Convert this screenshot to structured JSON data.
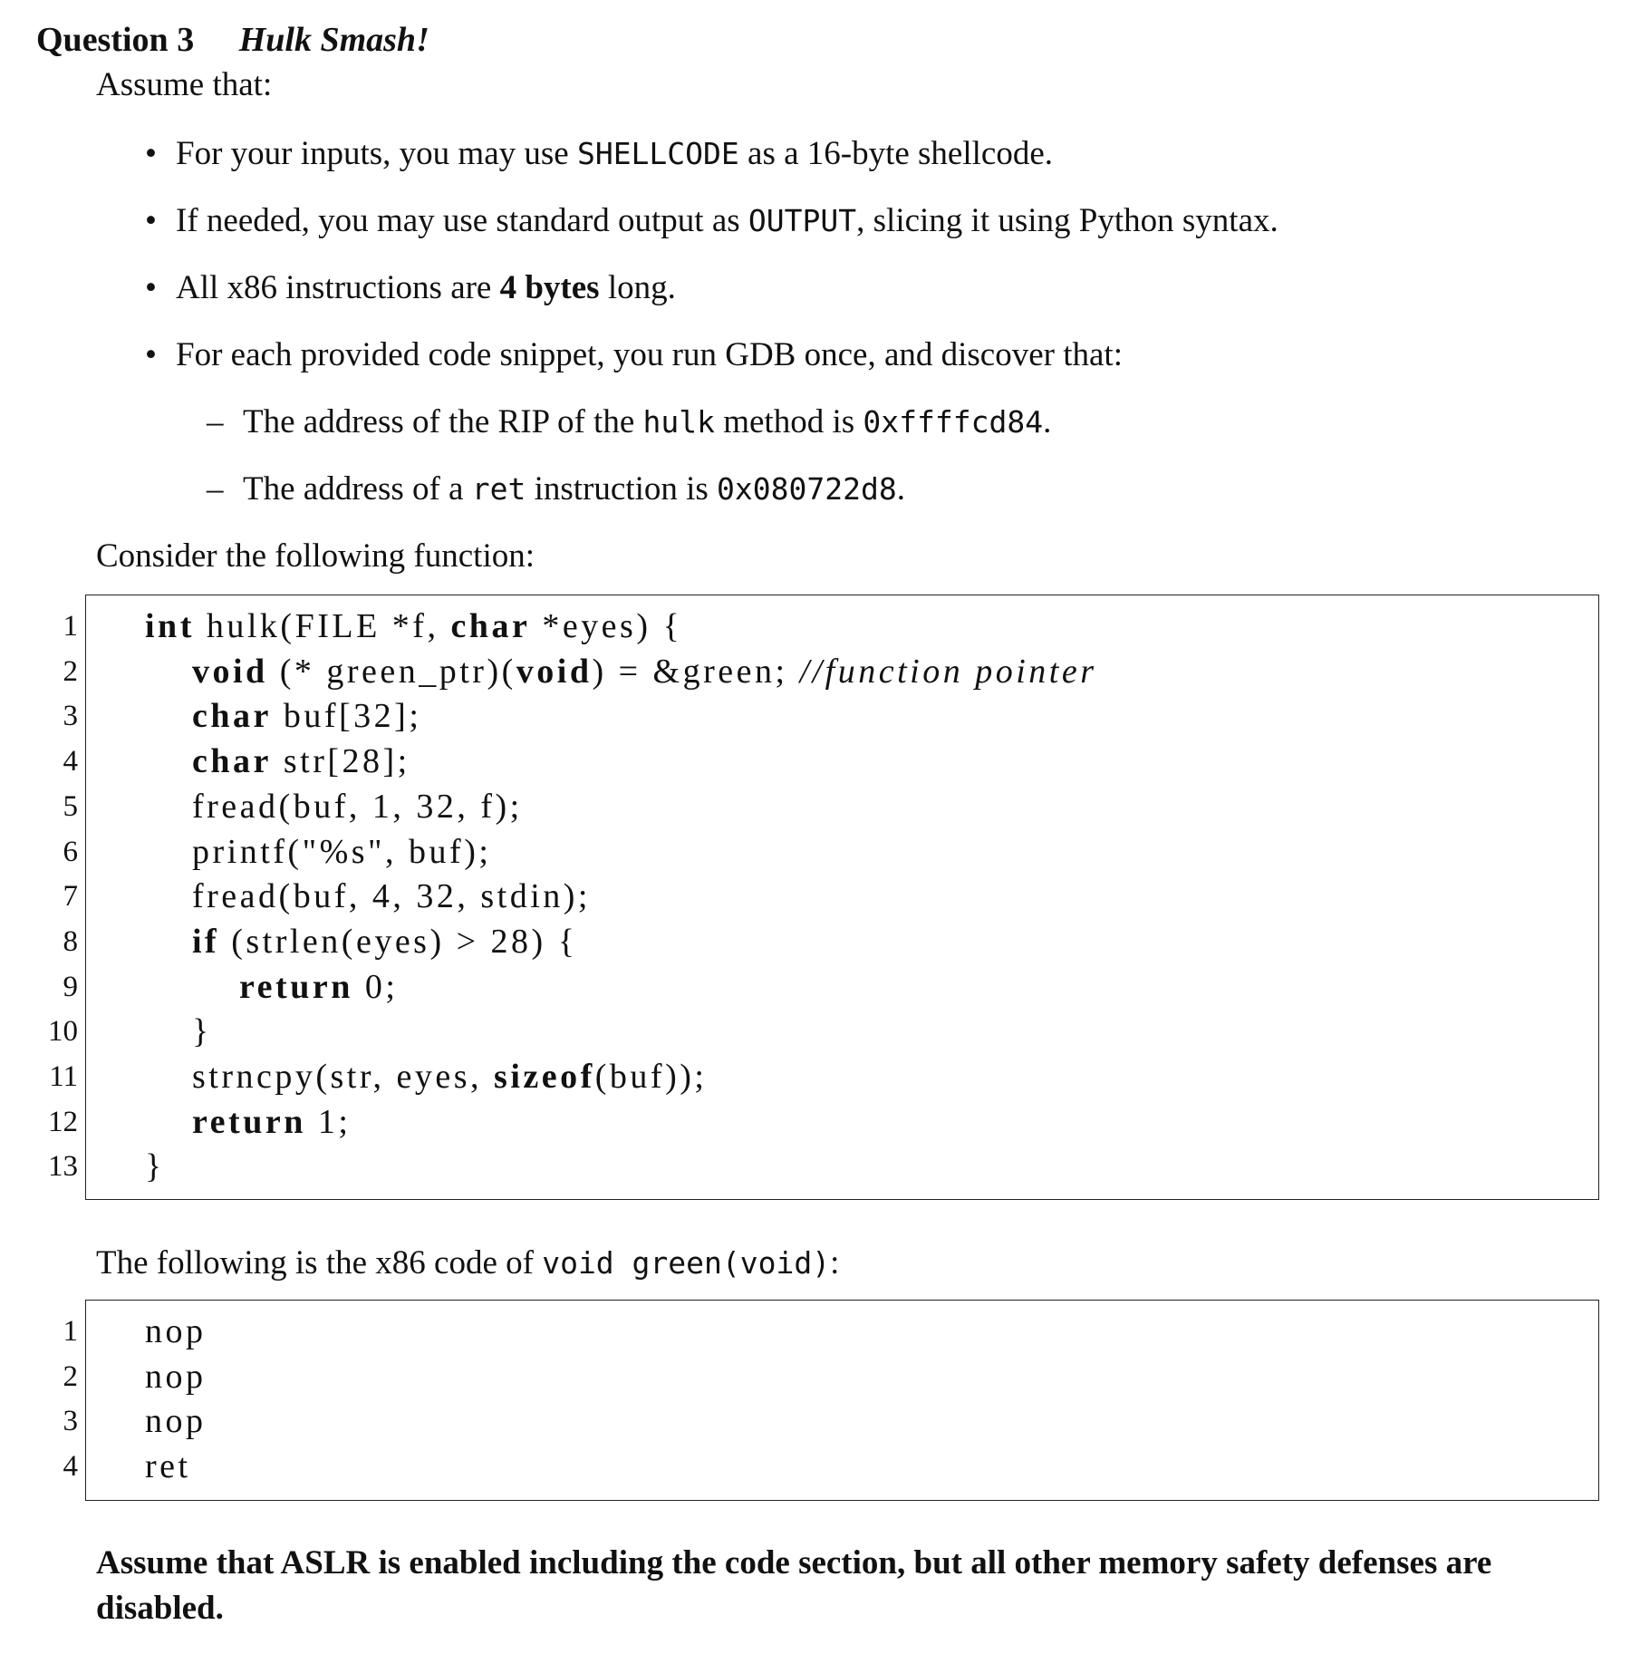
{
  "question": {
    "number_label": "Question 3",
    "title": "Hulk Smash!"
  },
  "intro": "Assume that:",
  "bullets": [
    {
      "pre": "For your inputs, you may use ",
      "code": "SHELLCODE",
      "post": " as a 16-byte shellcode."
    },
    {
      "pre": "If needed, you may use standard output as ",
      "code": "OUTPUT",
      "post": ", slicing it using Python syntax."
    },
    {
      "pre": "All x86 instructions are ",
      "bold": "4 bytes",
      "post": " long."
    },
    {
      "pre": "For each provided code snippet, you run GDB once, and discover that:"
    }
  ],
  "sub_bullets": [
    {
      "pre": "The address of the RIP of the ",
      "code": "hulk",
      "mid": " method is ",
      "code2": "0xffffcd84",
      "post": "."
    },
    {
      "pre": "The address of a ",
      "code": "ret",
      "mid": " instruction is ",
      "code2": "0x080722d8",
      "post": "."
    }
  ],
  "consider": "Consider the following function:",
  "function_code": {
    "line_numbers": [
      "1",
      "2",
      "3",
      "4",
      "5",
      "6",
      "7",
      "8",
      "9",
      "10",
      "11",
      "12",
      "13"
    ],
    "lines": [
      [
        {
          "t": "int",
          "k": 1
        },
        {
          "t": " hulk(FILE *f, "
        },
        {
          "t": "char",
          "k": 1
        },
        {
          "t": " *eyes) {"
        }
      ],
      [
        {
          "t": "    "
        },
        {
          "t": "void",
          "k": 1
        },
        {
          "t": " (* green_ptr)("
        },
        {
          "t": "void",
          "k": 1
        },
        {
          "t": ") = &green; "
        },
        {
          "t": "//function pointer",
          "c": 1
        }
      ],
      [
        {
          "t": "    "
        },
        {
          "t": "char",
          "k": 1
        },
        {
          "t": " buf[32];"
        }
      ],
      [
        {
          "t": "    "
        },
        {
          "t": "char",
          "k": 1
        },
        {
          "t": " str[28];"
        }
      ],
      [
        {
          "t": "    fread(buf, 1, 32, f);"
        }
      ],
      [
        {
          "t": "    printf(\"%s\", buf);"
        }
      ],
      [
        {
          "t": "    fread(buf, 4, 32, stdin);"
        }
      ],
      [
        {
          "t": "    "
        },
        {
          "t": "if",
          "k": 1
        },
        {
          "t": " (strlen(eyes) > 28) {"
        }
      ],
      [
        {
          "t": "        "
        },
        {
          "t": "return",
          "k": 1
        },
        {
          "t": " 0;"
        }
      ],
      [
        {
          "t": "    }"
        }
      ],
      [
        {
          "t": "    strncpy(str, eyes, "
        },
        {
          "t": "sizeof",
          "k": 1
        },
        {
          "t": "(buf));"
        }
      ],
      [
        {
          "t": "    "
        },
        {
          "t": "return",
          "k": 1
        },
        {
          "t": " 1;"
        }
      ],
      [
        {
          "t": "}"
        }
      ]
    ]
  },
  "following": {
    "pre": "The following is the x86 code of ",
    "code": "void green(void)",
    "post": ":"
  },
  "asm_code": {
    "line_numbers": [
      "1",
      "2",
      "3",
      "4"
    ],
    "lines": [
      "nop",
      "nop",
      "nop",
      "ret"
    ]
  },
  "final_note": "Assume that ASLR is enabled including the code section, but all other memory safety defenses are disabled."
}
